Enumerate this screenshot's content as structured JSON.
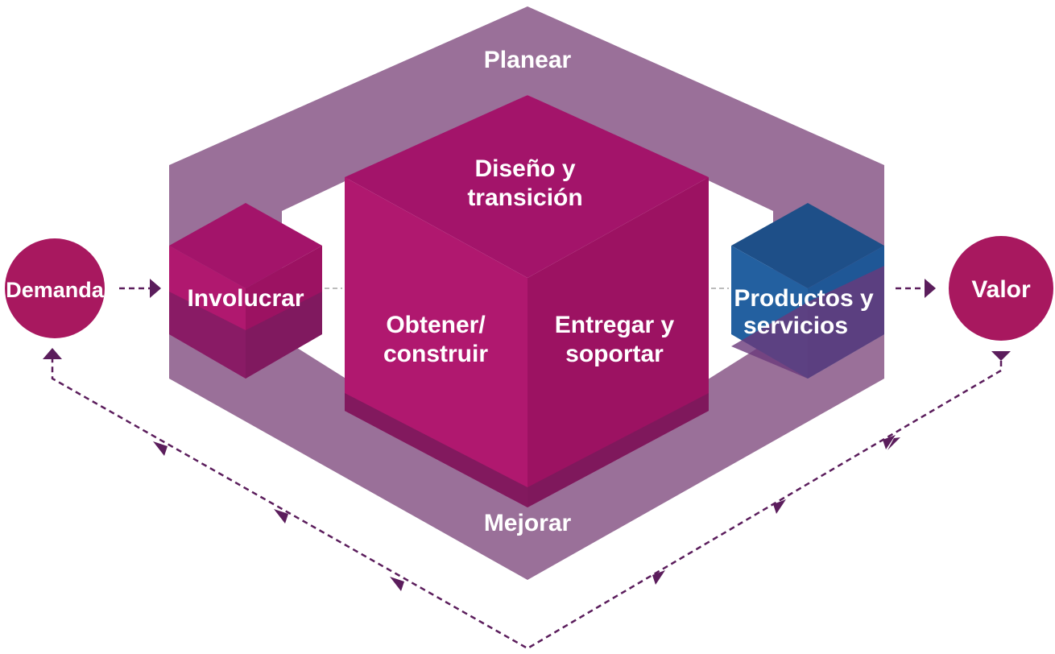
{
  "band": {
    "top_label": "Planear",
    "bottom_label": "Mejorar"
  },
  "inputs": {
    "demand": "Demanda",
    "value": "Valor"
  },
  "activities": {
    "engage": "Involucrar",
    "design": [
      "Diseño y",
      "transición"
    ],
    "obtain": [
      "Obtener/",
      "construir"
    ],
    "deliver": [
      "Entregar y",
      "soportar"
    ],
    "products": [
      "Productos y",
      "servicios"
    ]
  },
  "colors": {
    "band": "#9a7099",
    "magenta": "#a8176a",
    "blue": "#1f5796",
    "arrow": "#5b1d5c"
  }
}
